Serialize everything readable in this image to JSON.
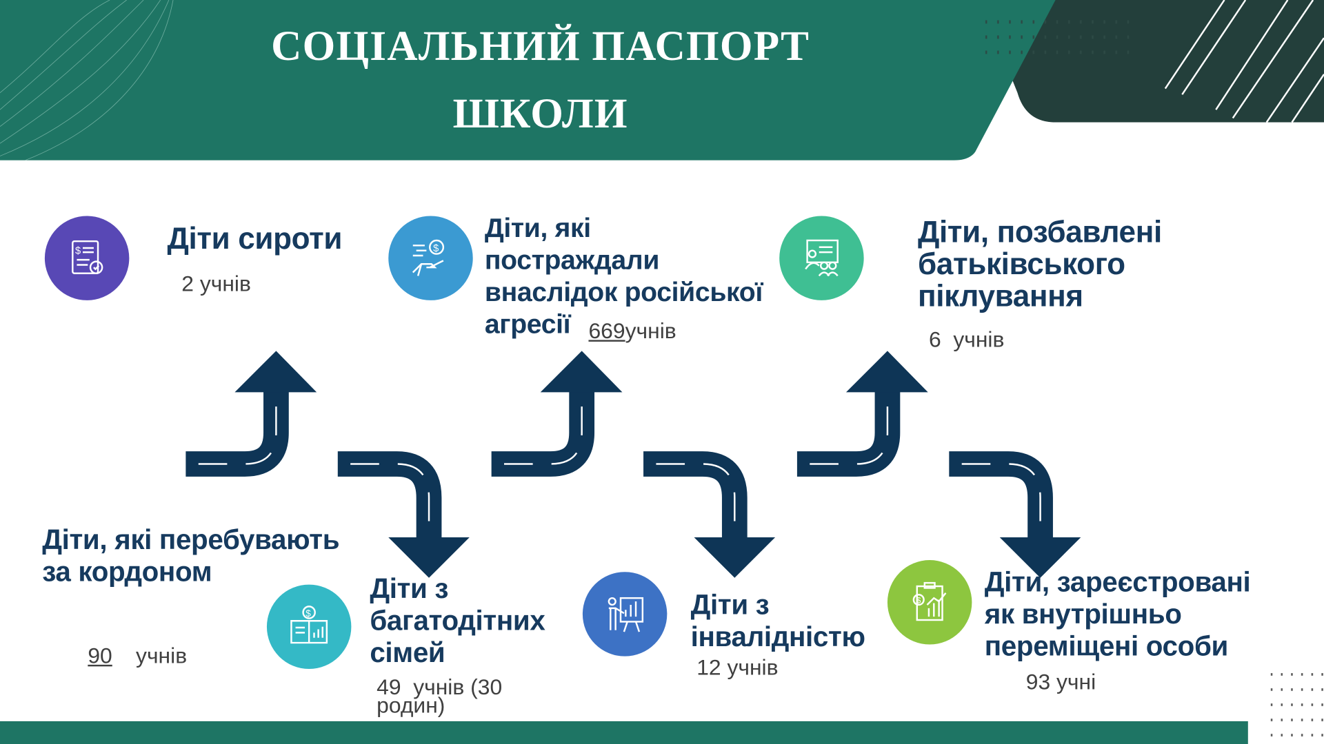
{
  "title": {
    "line1": "СОЦІАЛЬНИЙ ПАСПОРТ",
    "line2": "ШКОЛИ"
  },
  "colors": {
    "header": "#1e7564",
    "header_dark": "#233f3b",
    "arrow": "#0e3556",
    "heading": "#163a5e"
  },
  "categories": [
    {
      "icon": "invoice-check-icon",
      "color": "#5848b5",
      "lines": [
        "Діти сироти"
      ],
      "count": "2 учнів"
    },
    {
      "icon": "hand-money-icon",
      "color": "#3b9ad2",
      "lines": [
        "Діти, які",
        "постраждали",
        "внаслідок російської",
        "агресії"
      ],
      "count_number": "669",
      "count_unit": "учнів"
    },
    {
      "icon": "presentation-group-icon",
      "color": "#3fbf93",
      "lines": [
        "Діти, позбавлені",
        "батьківського",
        "піклування"
      ],
      "count": "6  учнів"
    },
    {
      "lines": [
        "Діти, які перебувають",
        "за кордоном"
      ],
      "count_number": "90",
      "count_unit": "учнів"
    },
    {
      "icon": "book-money-icon",
      "color": "#34b9c6",
      "lines": [
        "Діти з",
        "багатодітних",
        "сімей"
      ],
      "count_line1": "49  учнів (30",
      "count_line2": "родин)"
    },
    {
      "icon": "teacher-board-icon",
      "color": "#3d72c5",
      "lines": [
        "Діти з",
        "інвалідністю"
      ],
      "count": "12 учнів"
    },
    {
      "icon": "clipboard-chart-icon",
      "color": "#8dc63f",
      "lines": [
        "Діти, зареєстровані",
        "як внутрішньо",
        "переміщені особи"
      ],
      "count": "93 учні"
    }
  ]
}
